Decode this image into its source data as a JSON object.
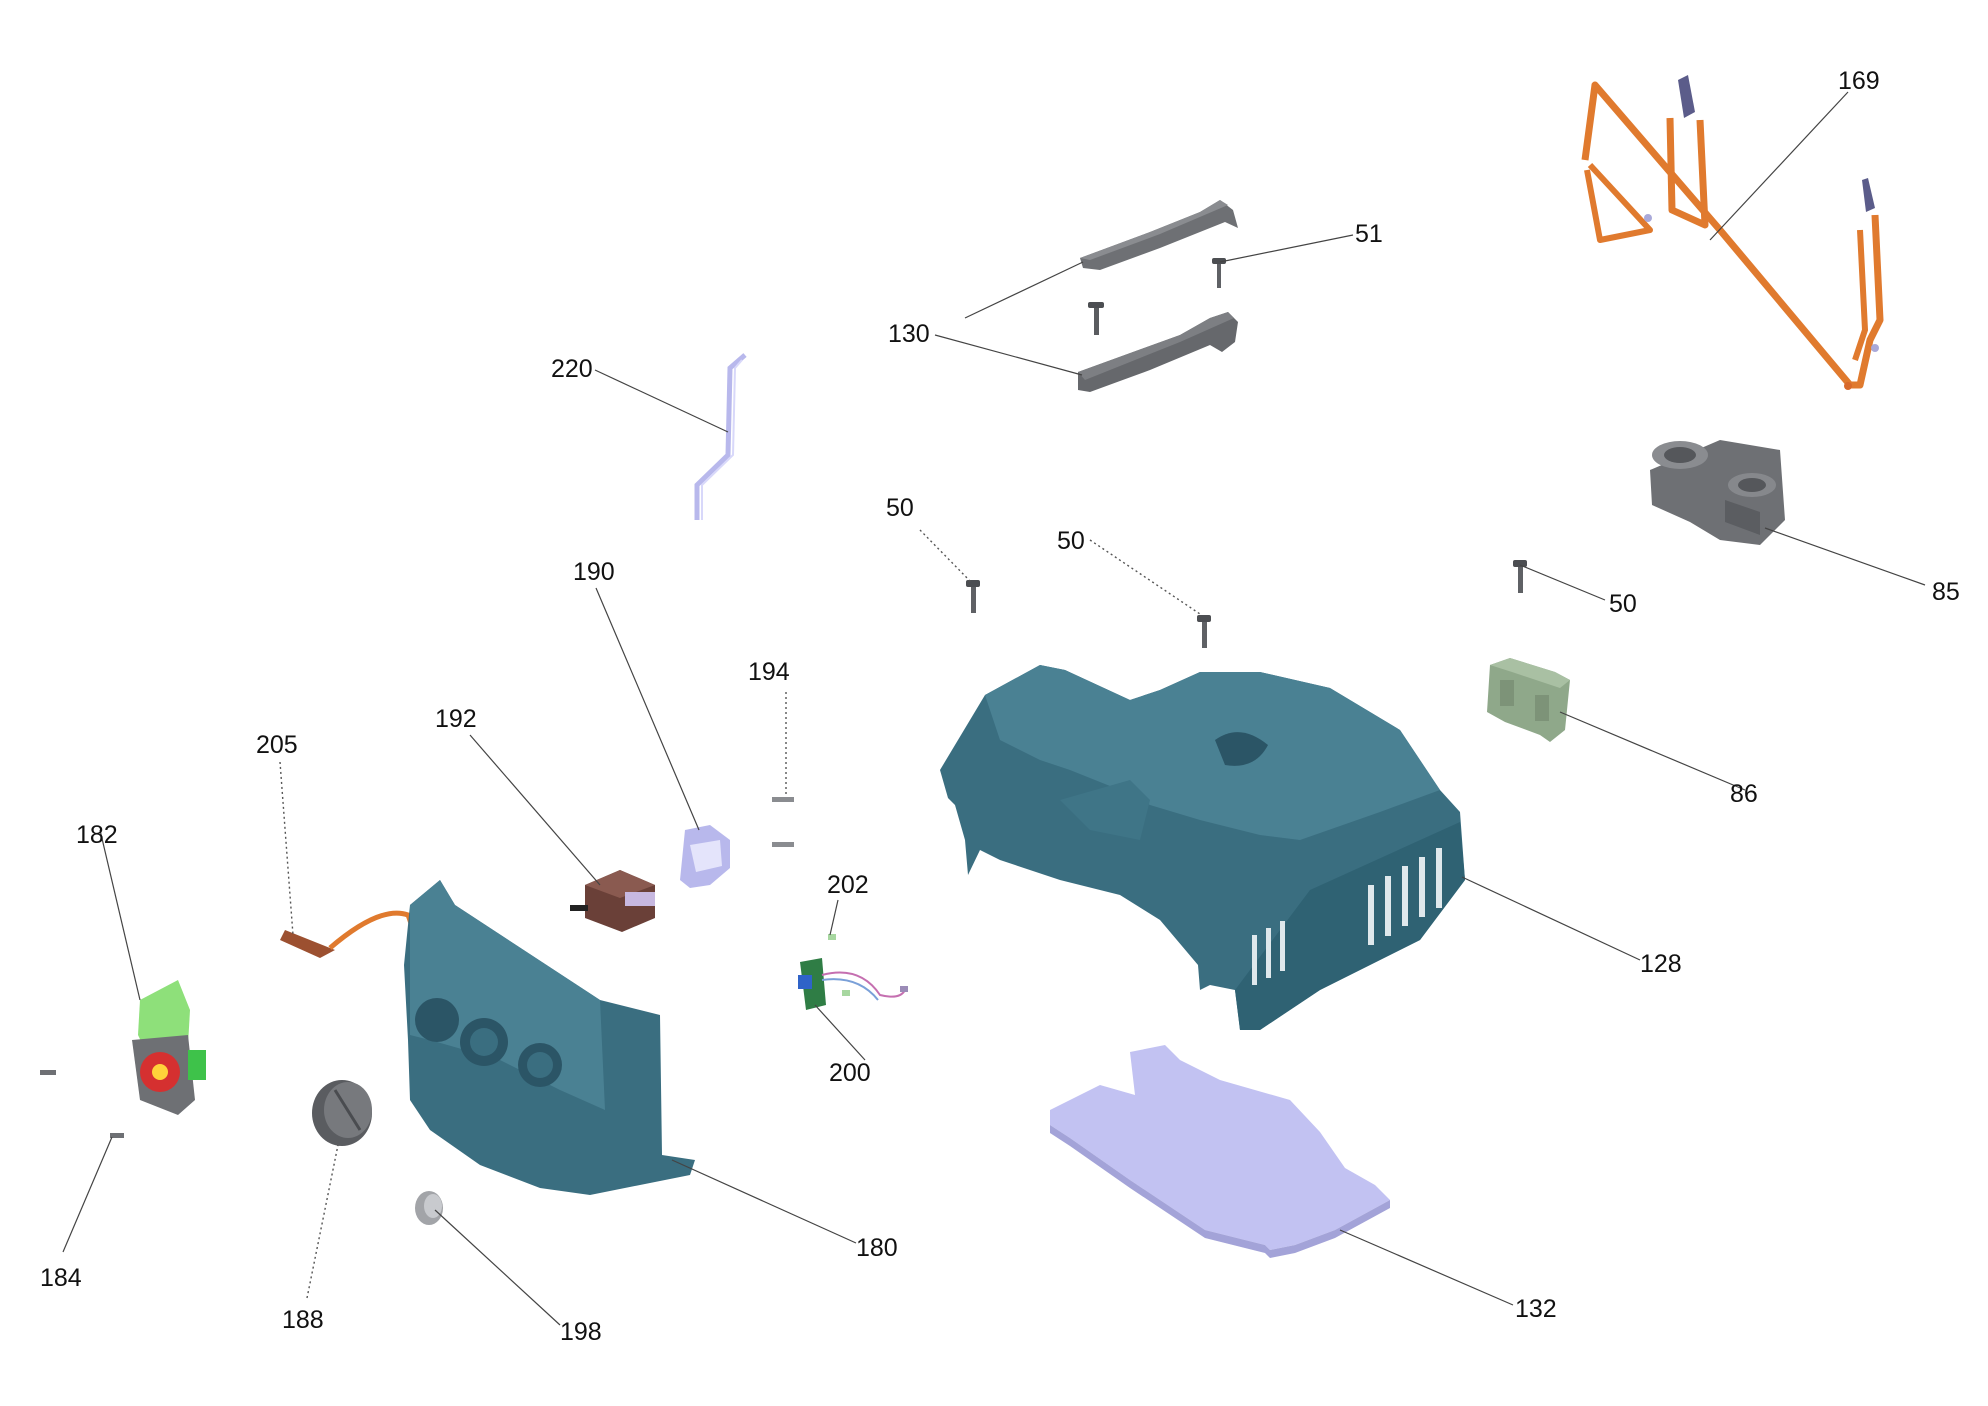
{
  "labels": {
    "l169": "169",
    "l51": "51",
    "l130": "130",
    "l220": "220",
    "l50a": "50",
    "l50b": "50",
    "l50c": "50",
    "l85": "85",
    "l190": "190",
    "l194": "194",
    "l192": "192",
    "l205": "205",
    "l182": "182",
    "l202": "202",
    "l86": "86",
    "l128": "128",
    "l200": "200",
    "l180": "180",
    "l184": "184",
    "l188": "188",
    "l198": "198",
    "l132": "132"
  },
  "colors": {
    "housing": "#3a6e80",
    "housing_dark": "#2b5566",
    "grey_part": "#6e7074",
    "orange_cable": "#e07a2e",
    "lavender": "#c2c2f2",
    "green_part": "#8fa88a",
    "socket_green": "#8ee07a",
    "brown_switch": "#6a4038"
  }
}
